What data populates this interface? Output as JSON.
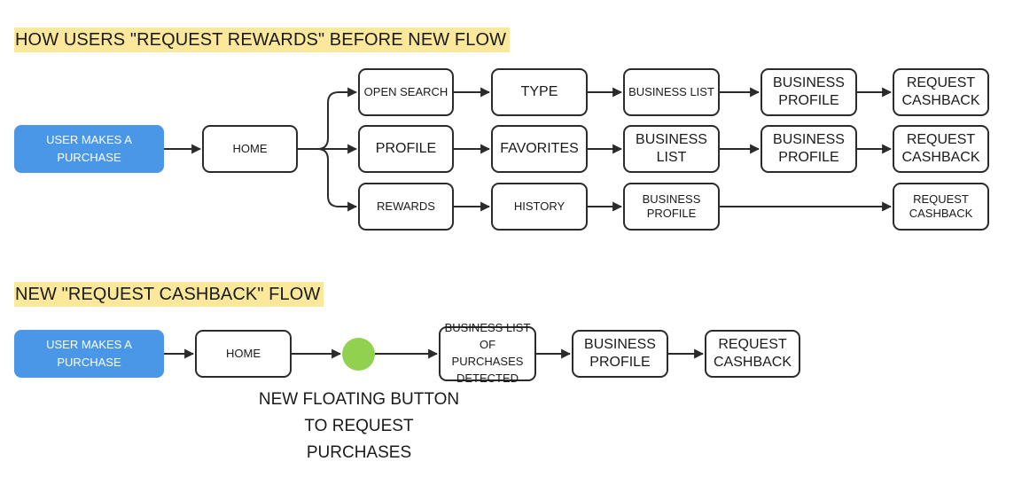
{
  "before_flow": {
    "title": "HOW USERS \"REQUEST REWARDS\" BEFORE NEW FLOW",
    "start": "USER MAKES A PURCHASE",
    "home": "HOME",
    "path_search": {
      "open_search": "OPEN SEARCH",
      "type": "TYPE",
      "business_list": "BUSINESS LIST",
      "business_profile": "BUSINESS PROFILE",
      "request_cashback": "REQUEST CASHBACK"
    },
    "path_profile": {
      "profile": "PROFILE",
      "favorites": "FAVORITES",
      "business_list": "BUSINESS LIST",
      "business_profile": "BUSINESS PROFILE",
      "request_cashback": "REQUEST CASHBACK"
    },
    "path_rewards": {
      "rewards": "REWARDS",
      "history": "HISTORY",
      "business_profile": "BUSINESS PROFILE",
      "request_cashback": "REQUEST CASHBACK"
    }
  },
  "new_flow": {
    "title": "NEW \"REQUEST CASHBACK\" FLOW",
    "start": "USER MAKES A PURCHASE",
    "home": "HOME",
    "floating_button_label": "NEW FLOATING BUTTON TO REQUEST PURCHASES",
    "business_list": "BUSINESS LIST OF PURCHASES DETECTED",
    "business_profile": "BUSINESS PROFILE",
    "request_cashback": "REQUEST CASHBACK"
  },
  "colors": {
    "start_node": "#4a97e8",
    "title_highlight": "#fbe89a",
    "floating_button": "#92d050",
    "stroke": "#2b2b2b"
  }
}
